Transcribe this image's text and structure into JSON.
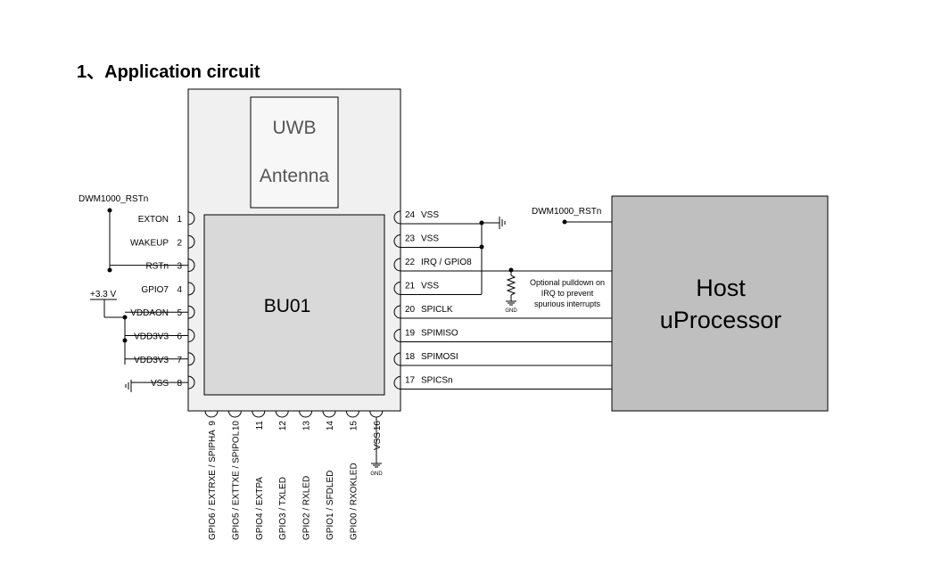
{
  "heading": "1、Application circuit",
  "antenna": {
    "line1": "UWB",
    "line2": "Antenna"
  },
  "module_name": "BU01",
  "host": {
    "line1": "Host",
    "line2": "uProcessor"
  },
  "left_pins": [
    {
      "num": "1",
      "name": "EXTON"
    },
    {
      "num": "2",
      "name": "WAKEUP"
    },
    {
      "num": "3",
      "name": "RSTn"
    },
    {
      "num": "4",
      "name": "GPIO7"
    },
    {
      "num": "5",
      "name": "VDDAON"
    },
    {
      "num": "6",
      "name": "VDD3V3"
    },
    {
      "num": "7",
      "name": "VDD3V3"
    },
    {
      "num": "8",
      "name": "VSS"
    }
  ],
  "right_pins": [
    {
      "num": "24",
      "name": "VSS"
    },
    {
      "num": "23",
      "name": "VSS"
    },
    {
      "num": "22",
      "name": "IRQ / GPIO8"
    },
    {
      "num": "21",
      "name": "VSS"
    },
    {
      "num": "20",
      "name": "SPICLK"
    },
    {
      "num": "19",
      "name": "SPIMISO"
    },
    {
      "num": "18",
      "name": "SPIMOSI"
    },
    {
      "num": "17",
      "name": "SPICSn"
    }
  ],
  "bottom_pins": [
    {
      "num": "9",
      "name": "GPIO6 / EXTRXE / SPIPHA"
    },
    {
      "num": "10",
      "name": "GPIO5 / EXTTXE / SPIPOL"
    },
    {
      "num": "11",
      "name": "GPIO4 / EXTPA"
    },
    {
      "num": "12",
      "name": "GPIO3 / TXLED"
    },
    {
      "num": "13",
      "name": "GPIO2 / RXLED"
    },
    {
      "num": "14",
      "name": "GPIO1 / SFDLED"
    },
    {
      "num": "15",
      "name": "GPIO0 / RXOKLED"
    },
    {
      "num": "16",
      "name": "VSS"
    }
  ],
  "net_labels": {
    "rst_left": "DWM1000_RSTn",
    "rst_host": "DWM1000_RSTn",
    "supply": "+3.3 V",
    "gnd_resistor": "GND",
    "gnd_bottom": "GND"
  },
  "pulldown_note": [
    "Optional pulldown on",
    "IRQ to prevent",
    "spurious interrupts"
  ]
}
